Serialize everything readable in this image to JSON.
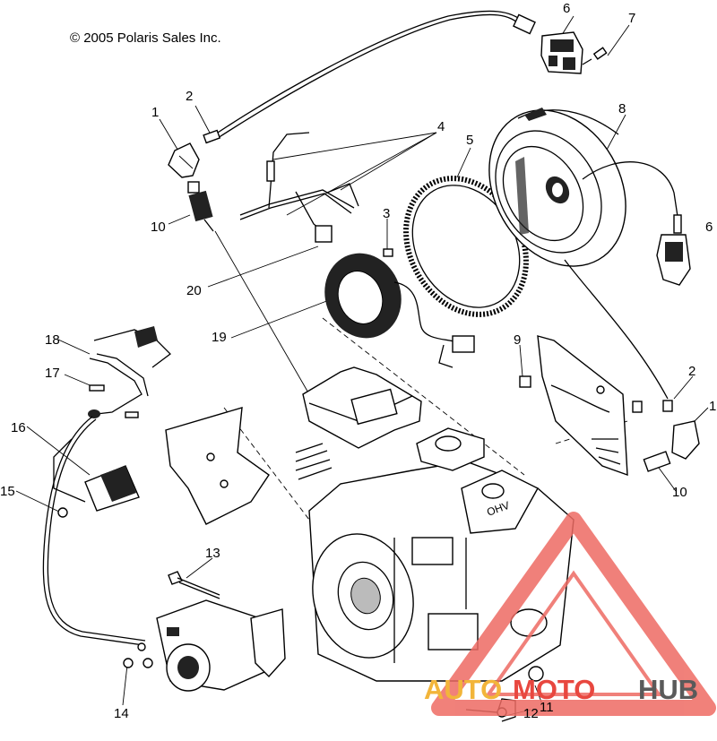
{
  "copyright": "© 2005 Polaris Sales Inc.",
  "callouts": {
    "c1a": "1",
    "c2a": "2",
    "c4": "4",
    "c5": "5",
    "c6a": "6",
    "c7": "7",
    "c8": "8",
    "c3": "3",
    "c10a": "10",
    "c20": "20",
    "c19": "19",
    "c6b": "6",
    "c18": "18",
    "c17": "17",
    "c16": "16",
    "c15": "15",
    "c9": "9",
    "c2b": "2",
    "c1b": "1",
    "c10b": "10",
    "c13": "13",
    "c14": "14",
    "c11": "11",
    "c12": "12"
  },
  "watermark": {
    "brand_auto": "AUTO",
    "brand_moto": "MOTO",
    "brand_hub": "HUB",
    "colors": {
      "auto": "#f2b53a",
      "moto": "#e8473f",
      "hub": "#5a5a5a",
      "triangle": "#ee6b63"
    }
  }
}
